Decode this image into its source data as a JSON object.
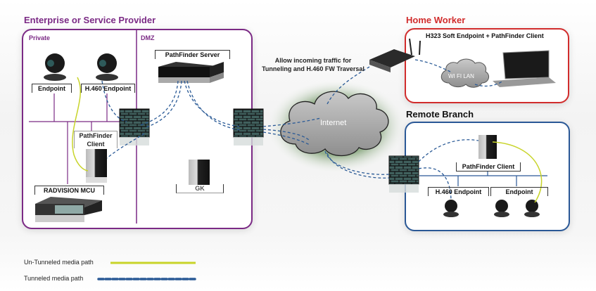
{
  "enterprise": {
    "title": "Enterprise or Service Provider",
    "color": "#7b2a85",
    "zones": {
      "private": "Private",
      "dmz": "DMZ"
    },
    "nodes": {
      "endpoint": "Endpoint",
      "h460_endpoint": "H.460 Endpoint",
      "pathfinder_client": "PathFinder Client",
      "mcu": "RADVISION MCU",
      "pathfinder_server": "PathFinder Server",
      "gk": "GK"
    }
  },
  "internet": {
    "label": "Internet",
    "note": "Allow incoming traffic for Tunneling and H.460 FW Traversal"
  },
  "home_worker": {
    "title": "Home Worker",
    "color": "#d12c2c",
    "device_label": "H323 Soft Endpoint + PathFinder Client",
    "lan_label": "WI FI LAN"
  },
  "remote_branch": {
    "title": "Remote Branch",
    "color": "#2a5896",
    "nodes": {
      "pathfinder_client": "PathFinder Client",
      "h460_endpoint": "H.460 Endpoint",
      "endpoint": "Endpoint"
    }
  },
  "legend": {
    "items": [
      {
        "label": "Un-Tunneled media path",
        "color": "#c8d42a",
        "style": "solid"
      },
      {
        "label": "Tunneled media path",
        "color": "#2a5a96",
        "style": "dashed"
      }
    ]
  }
}
